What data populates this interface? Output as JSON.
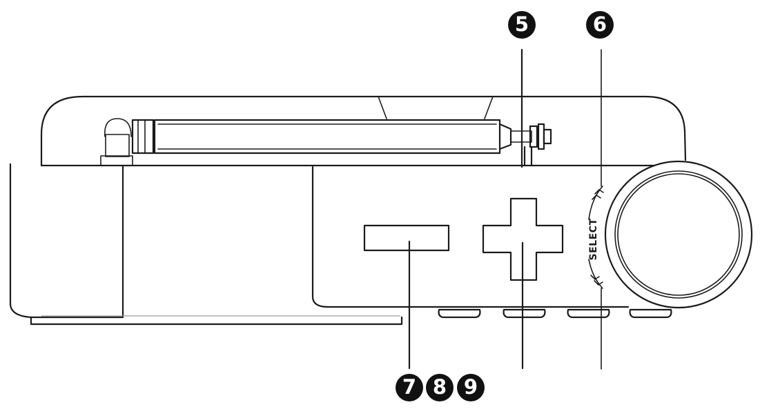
{
  "callouts": [
    {
      "id": "5",
      "label": "5"
    },
    {
      "id": "6",
      "label": "6"
    },
    {
      "id": "7",
      "label": "7"
    },
    {
      "id": "8",
      "label": "8"
    },
    {
      "id": "9",
      "label": "9"
    }
  ],
  "select_label": "SELECT",
  "colors": {
    "line": "#1a1a1a",
    "callout_fill": "#111111",
    "callout_text": "#ffffff"
  },
  "icons": {
    "select_arrow_up": "double-chevron-up-icon",
    "select_arrow_down": "double-chevron-down-icon"
  }
}
